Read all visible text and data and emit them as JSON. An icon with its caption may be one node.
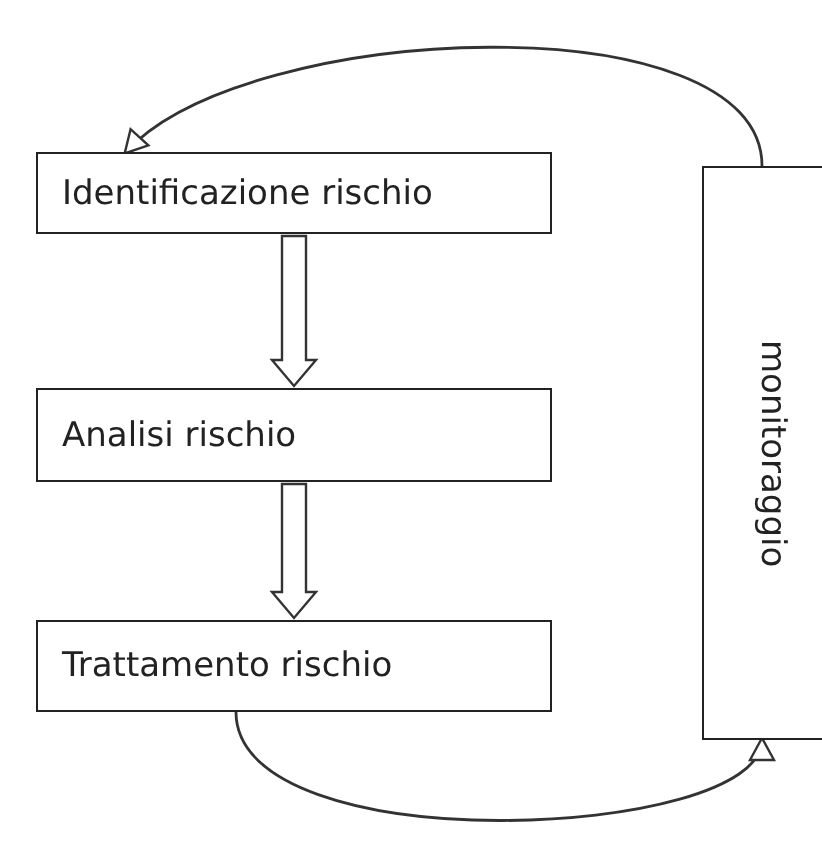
{
  "diagram": {
    "nodes": [
      {
        "text": [
          "Identificazione rischio"
        ]
      },
      {
        "text": [
          "Analisi rischio"
        ]
      },
      {
        "text": [
          "Trattamento rischio"
        ]
      },
      {
        "text": [
          "monitoraggio"
        ]
      }
    ],
    "edges": [
      {
        "from": 0,
        "to": 1,
        "arrow": "to"
      },
      {
        "from": 1,
        "to": 2,
        "arrow": "to"
      },
      {
        "from": 2,
        "to": 3,
        "arrow": "to"
      },
      {
        "from": 3,
        "to": 0,
        "arrow": "to"
      }
    ]
  }
}
